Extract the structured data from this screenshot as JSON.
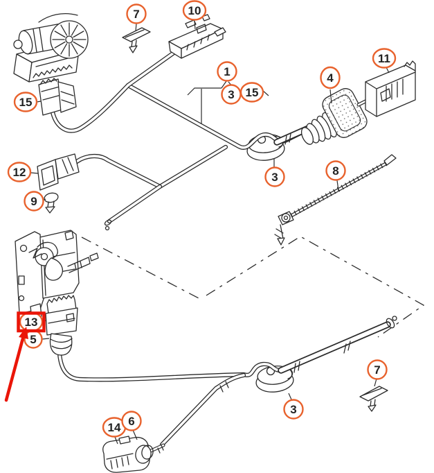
{
  "diagram": {
    "type": "exploded-parts-diagram",
    "subject": "door-wiring-harness-with-window-motor-and-door-lock",
    "background": "#ffffff"
  },
  "colors": {
    "line": "#2b2b2b",
    "callout": "#e8622d",
    "highlight": "#ea1508",
    "text": "#222222",
    "background": "#ffffff"
  },
  "callouts": [
    {
      "label": "7",
      "part": "spreader-clip-top"
    },
    {
      "label": "10",
      "part": "bracket-connector"
    },
    {
      "label": "15",
      "part": "motor-connector"
    },
    {
      "label": "1",
      "part": "main-harness-group"
    },
    {
      "label": "3",
      "part": "grommet-group-ref"
    },
    {
      "label": "15",
      "part": "connector-group-ref"
    },
    {
      "label": "4",
      "part": "corrugated-boot"
    },
    {
      "label": "11",
      "part": "door-main-connector"
    },
    {
      "label": "3",
      "part": "grommet-upper"
    },
    {
      "label": "8",
      "part": "cable-tie"
    },
    {
      "label": "12",
      "part": "two-pin-connector"
    },
    {
      "label": "9",
      "part": "mushroom-clip"
    },
    {
      "label": "13",
      "part": "lock-connector",
      "highlighted": true
    },
    {
      "label": "5",
      "part": "lock-connector-boot"
    },
    {
      "label": "3",
      "part": "grommet-lower"
    },
    {
      "label": "7",
      "part": "spreader-clip-bottom"
    },
    {
      "label": "14",
      "part": "bottom-connector"
    },
    {
      "label": "6",
      "part": "bottom-connector-collar"
    }
  ],
  "highlight": {
    "style": "red-box-around-callout",
    "target_label": "13",
    "arrow": "red-arrow-pointing-to-box"
  }
}
